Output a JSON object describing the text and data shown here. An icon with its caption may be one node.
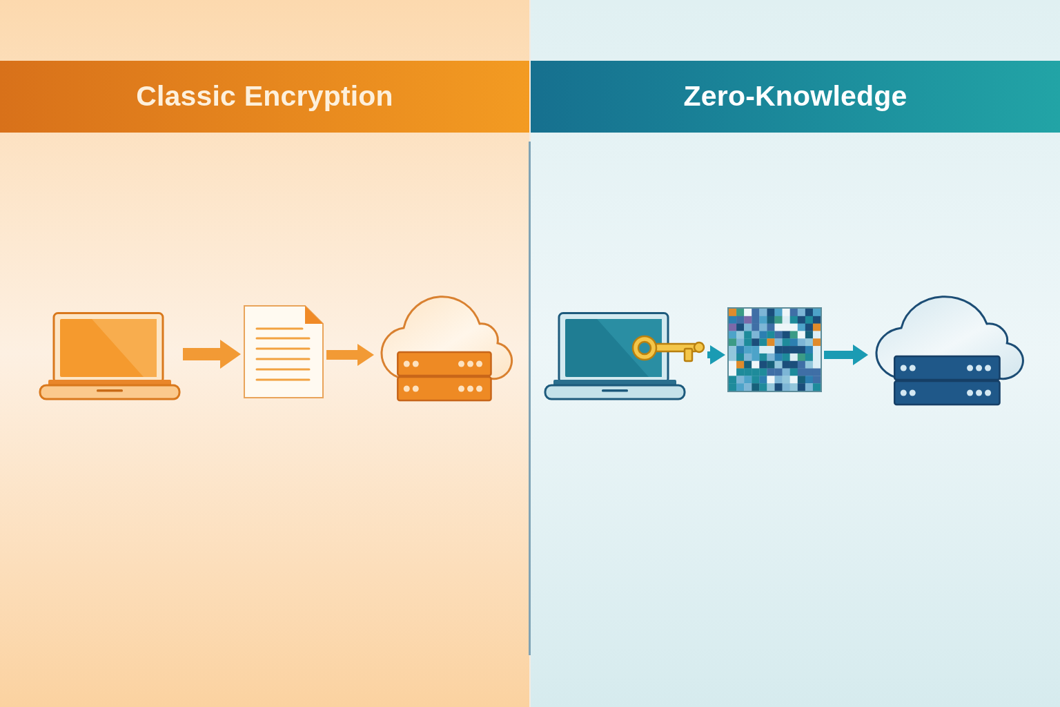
{
  "diagram": {
    "nodes": [
      {
        "text": [
          "Classic Encryption"
        ]
      },
      {
        "text": [],
        "shape": "picture",
        "in": 0
      },
      {
        "text": [],
        "shape": "picture",
        "in": 0
      },
      {
        "text": [],
        "shape": "picture",
        "in": 0
      },
      {
        "text": [
          "Zero-Knowledge"
        ]
      },
      {
        "text": [],
        "shape": "picture",
        "in": 4
      },
      {
        "text": [],
        "shape": "picture",
        "in": 4
      },
      {
        "text": [],
        "shape": "picture",
        "in": 4
      }
    ],
    "edges": [
      {
        "from": 1,
        "to": 2,
        "arrow": "to",
        "color": "#f29a35"
      },
      {
        "from": 2,
        "to": 3,
        "arrow": "to",
        "color": "#f29a35"
      },
      {
        "from": 5,
        "to": 6,
        "arrow": "to",
        "color": "#1a9bb3"
      },
      {
        "from": 6,
        "to": 7,
        "arrow": "to",
        "color": "#1a9bb3"
      }
    ]
  }
}
